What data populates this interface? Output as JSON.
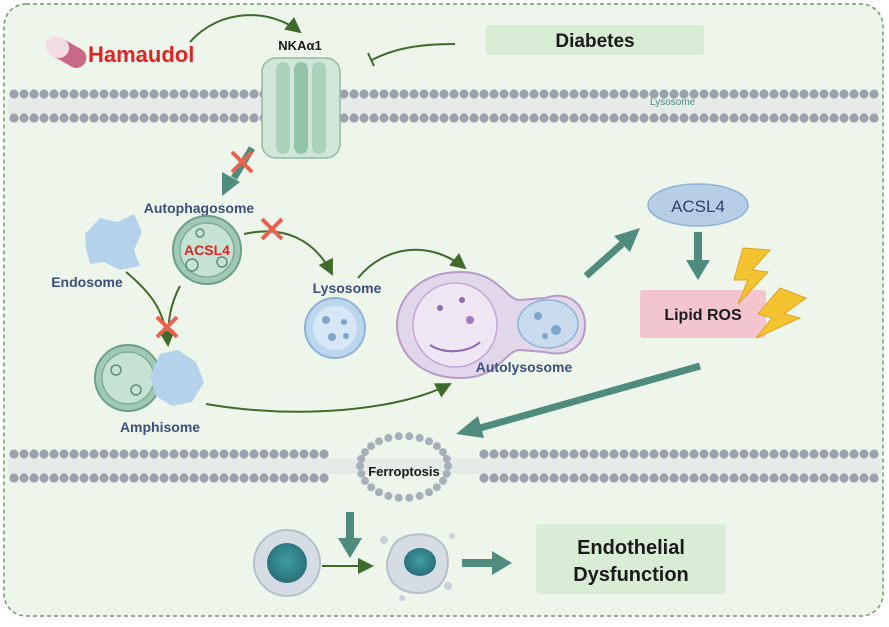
{
  "labels": {
    "hamaudol": "Hamaudol",
    "nka": "NKAα1",
    "diabetes": "Diabetes",
    "lysosome_watermark": "Lysosome",
    "autophagosome": "Autophagosome",
    "acsl4_inner": "ACSL4",
    "endosome": "Endosome",
    "lysosome": "Lysosome",
    "autolysosome": "Autolysosome",
    "amphisome": "Amphisome",
    "acsl4": "ACSL4",
    "lipid_ros": "Lipid ROS",
    "ferroptosis": "Ferroptosis",
    "endothelial_line1": "Endothelial",
    "endothelial_line2": "Dysfunction"
  },
  "colors": {
    "background": "#eef5ea",
    "border_dash": "#6f9a6a",
    "membrane_bead": "#9aa3ad",
    "arrow_green": "#4f8c7e",
    "curve_arrow": "#3e6b2c",
    "inhibit_red": "#e8624e",
    "label_blue": "#3c4f7e",
    "label_red": "#e02424",
    "box_green": "#d9ecd5",
    "lipid_box": "#f3c6cf",
    "acsl4_oval": "#b7cfe6",
    "lightning": "#f4c430"
  }
}
